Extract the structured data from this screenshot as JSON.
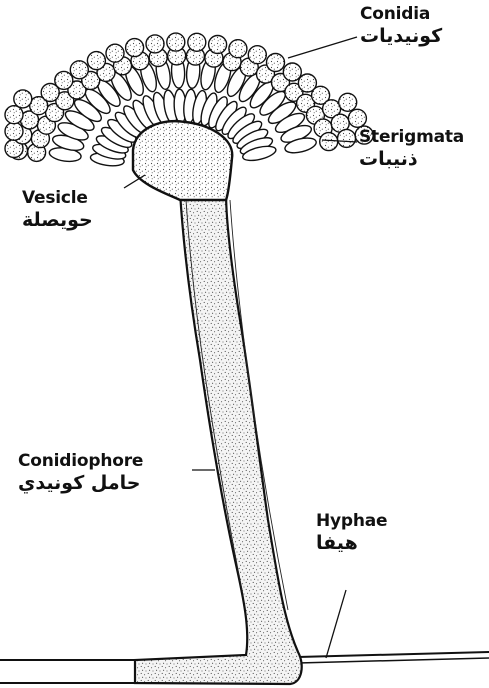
{
  "labels": {
    "conidia": {
      "en": "Conidia",
      "ar": "كونيديات"
    },
    "sterigmata": {
      "en": "Sterigmata",
      "ar": "ذنيبات"
    },
    "vesicle": {
      "en": "Vesicle",
      "ar": "حويصلة"
    },
    "conidiophore": {
      "en": "Conidiophore",
      "ar": "حامل كونيدي"
    },
    "hyphae": {
      "en": "Hyphae",
      "ar": "هيفا"
    }
  },
  "colors": {
    "ink": "#111111",
    "stipple": "#3a3a3a",
    "background": "#ffffff"
  }
}
